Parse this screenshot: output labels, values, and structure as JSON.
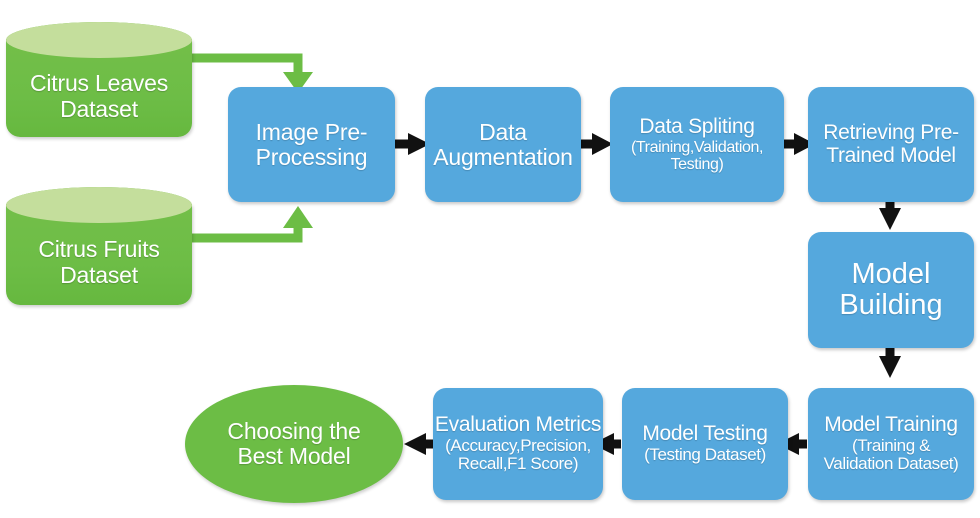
{
  "diagram": {
    "title": "Citrus classification pipeline flowchart",
    "colors": {
      "blue_fill": "#55a8dd",
      "green_fill": "#6cbd45",
      "green_light": "#c4de9c",
      "arrow_black": "#111111",
      "arrow_green": "#6cbd45",
      "text": "#ffffff",
      "background": "#ffffff"
    }
  },
  "nodes": {
    "citrus_leaves_dataset": {
      "shape": "cylinder",
      "line1": "Citrus Leaves",
      "line2": "Dataset"
    },
    "citrus_fruits_dataset": {
      "shape": "cylinder",
      "line1": "Citrus Fruits",
      "line2": "Dataset"
    },
    "image_preprocessing": {
      "shape": "rounded-rect",
      "line1": "Image Pre-",
      "line2": "Processing"
    },
    "data_augmentation": {
      "shape": "rounded-rect",
      "line1": "Data",
      "line2": "Augmentation"
    },
    "data_splitting": {
      "shape": "rounded-rect",
      "line1": "Data Spliting",
      "line2": "(Training,Validation,",
      "line3": "Testing)"
    },
    "retrieving_pretrained_model": {
      "shape": "rounded-rect",
      "line1": "Retrieving Pre-",
      "line2": "Trained Model"
    },
    "model_building": {
      "shape": "rounded-rect",
      "line1": "Model",
      "line2": "Building"
    },
    "model_training": {
      "shape": "rounded-rect",
      "line1": "Model Training",
      "line2": "(Training &",
      "line3": "Validation Dataset)"
    },
    "model_testing": {
      "shape": "rounded-rect",
      "line1": "Model Testing",
      "line2": "(Testing Dataset)"
    },
    "evaluation_metrics": {
      "shape": "rounded-rect",
      "line1": "Evaluation Metrics",
      "line2": "(Accuracy,Precision,",
      "line3": "Recall,F1 Score)"
    },
    "choosing_best_model": {
      "shape": "ellipse",
      "line1": "Choosing the",
      "line2": "Best  Model"
    }
  },
  "edges": [
    {
      "from": "citrus_leaves_dataset",
      "to": "image_preprocessing",
      "style": "green-elbow-down"
    },
    {
      "from": "citrus_fruits_dataset",
      "to": "image_preprocessing",
      "style": "green-elbow-up"
    },
    {
      "from": "image_preprocessing",
      "to": "data_augmentation",
      "style": "black-right"
    },
    {
      "from": "data_augmentation",
      "to": "data_splitting",
      "style": "black-right"
    },
    {
      "from": "data_splitting",
      "to": "retrieving_pretrained_model",
      "style": "black-right"
    },
    {
      "from": "retrieving_pretrained_model",
      "to": "model_building",
      "style": "black-down"
    },
    {
      "from": "model_building",
      "to": "model_training",
      "style": "black-down"
    },
    {
      "from": "model_training",
      "to": "model_testing",
      "style": "black-left"
    },
    {
      "from": "model_testing",
      "to": "evaluation_metrics",
      "style": "black-left"
    },
    {
      "from": "evaluation_metrics",
      "to": "choosing_best_model",
      "style": "black-left"
    }
  ]
}
